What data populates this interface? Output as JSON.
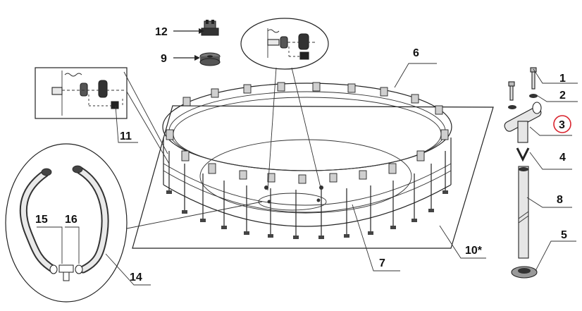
{
  "diagram": {
    "labels": {
      "p1": "1",
      "p2": "2",
      "p3": "3",
      "p4": "4",
      "p5": "5",
      "p6": "6",
      "p7": "7",
      "p8": "8",
      "p9": "9",
      "p10": "10*",
      "p11": "11",
      "p12": "12",
      "p14": "14",
      "p15": "15",
      "p16": "16"
    },
    "highlight_color": "#d9232d",
    "line_color": "#222222"
  }
}
